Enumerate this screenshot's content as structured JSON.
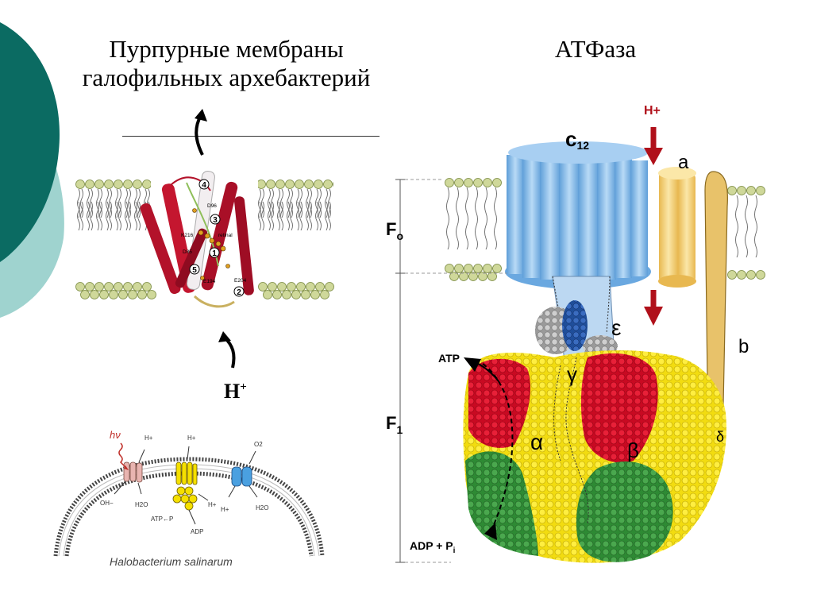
{
  "slide": {
    "title_left_line1": "Пурпурные мембраны",
    "title_left_line2": "галофильных архебактерий",
    "title_right": "АТФаза"
  },
  "bacteriorhodopsin": {
    "proton_label": "H",
    "proton_charge": "+",
    "helix_numbers": [
      "4",
      "3",
      "1",
      "5",
      "2"
    ],
    "residue_labels": [
      "D96",
      "K216",
      "D85",
      "retinal",
      "E194",
      "E204"
    ]
  },
  "halobacterium_panel": {
    "caption": "Halobacterium salinarum",
    "light_label": "hν",
    "labels": [
      "H+",
      "H+",
      "O2",
      "OH−",
      "H2O",
      "H+",
      "ATP←P",
      "H+",
      "H2O",
      "ADP"
    ]
  },
  "atp_synthase": {
    "h_plus_label": "H+",
    "c_label": "c",
    "c_subscript": "12",
    "a_label": "a",
    "b_label": "b",
    "delta_label": "δ",
    "epsilon_label": "ε",
    "gamma_label": "γ",
    "alpha_label": "α",
    "beta_label": "β",
    "fo_label": "F",
    "fo_sub": "o",
    "f1_label": "F",
    "f1_sub": "1",
    "atp_label": "ATP",
    "adp_label": "ADP + P",
    "adp_sub": "i"
  },
  "colors": {
    "teal_dark": "#0b6b62",
    "teal_light": "#9fd3cf",
    "helix_red": "#b3122a",
    "c_ring_blue": "#7fb6e6",
    "a_subunit_yellow": "#f0d17a",
    "alpha_yellow": "#f4e01a",
    "beta_red": "#d8102a",
    "green": "#3a9a3a",
    "arrow_red": "#b0101a"
  }
}
